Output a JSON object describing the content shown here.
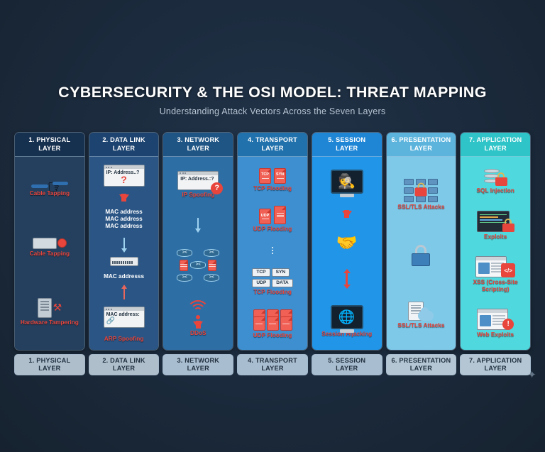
{
  "header": {
    "title": "CYBERSECURITY & THE OSI MODEL: THREAT MAPPING",
    "subtitle": "Understanding Attack Vectors Across the Seven Layers"
  },
  "colors": {
    "background": "#1b2a3c",
    "threat_label": "#e8453c",
    "footer_bg": "#b9c6d2"
  },
  "layers": [
    {
      "id": "physical",
      "number": "1.",
      "name_line1": "1. PHYSICAL",
      "name_line2": "LAYER",
      "head_bg": "#16304f",
      "body_bg": "#24405e",
      "head_text": "#ffffff",
      "foot_bg": "#aebecb",
      "foot_text": "#21303f",
      "threats": [
        {
          "label": "Cable Tapping",
          "icon": "hand-tapping-cable-icon"
        },
        {
          "label": "Cable Tapping",
          "icon": "broken-cable-seal-icon"
        },
        {
          "label": "Hardware Tampering",
          "icon": "server-wrench-icon"
        }
      ]
    },
    {
      "id": "data-link",
      "number": "2.",
      "name_line1": "2. DATA LINK",
      "name_line2": "LAYER",
      "head_bg": "#1d4470",
      "body_bg": "#2a5585",
      "head_text": "#ffffff",
      "foot_bg": "#aebecb",
      "foot_text": "#21303f",
      "window_text": "IP: Address..?",
      "question_mark": "?",
      "mac_lines": [
        "MAC address",
        "MAC address",
        "MAC address"
      ],
      "switch_label": "MAC addresss",
      "spoof_window_text": "MAC address:",
      "threats": [
        {
          "label": "ARP Spoofing",
          "icon": "arp-spoofing-icon"
        }
      ]
    },
    {
      "id": "network",
      "number": "3.",
      "name_line1": "3. NETWORK",
      "name_line2": "LAYER",
      "head_bg": "#1f5584",
      "body_bg": "#2d6ea5",
      "head_text": "#ffffff",
      "foot_bg": "#a9bdd0",
      "foot_text": "#21303f",
      "window_text": "IP: Address.:?",
      "question_mark": "?",
      "threats": [
        {
          "label": "IP Spoofing",
          "icon": "ip-spoofing-window-icon"
        },
        {
          "label": "DDoS",
          "icon": "ddos-signal-icon"
        }
      ]
    },
    {
      "id": "transport",
      "number": "4.",
      "name_line1": "4. TRANSPORT",
      "name_line2": "LAYER",
      "head_bg": "#2071ac",
      "body_bg": "#3d8fd0",
      "head_text": "#ffffff",
      "foot_bg": "#a9bdd0",
      "foot_text": "#21303f",
      "packets": {
        "tcp": "TCP",
        "syn": "SYN",
        "udp": "UDP",
        "data": "DATA"
      },
      "threats": [
        {
          "label": "TCP Flooding",
          "icon": "tcp-syn-packets-icon"
        },
        {
          "label": "UDP Flooding",
          "icon": "udp-packets-icon"
        },
        {
          "label": "TCP Flooding",
          "icon": "segment-header-icon"
        },
        {
          "label": "UDP Flooding",
          "icon": "packet-stack-icon"
        }
      ]
    },
    {
      "id": "session",
      "number": "5.",
      "name_line1": "5. SESSION",
      "name_line2": "LAYER",
      "head_bg": "#1f86d6",
      "body_bg": "#2196e8",
      "head_text": "#ffffff",
      "foot_bg": "#a9bdd0",
      "foot_text": "#21303f",
      "threats": [
        {
          "label": "Session Hijacking",
          "icon": "hacker-monitor-icon"
        }
      ]
    },
    {
      "id": "presentation",
      "number": "6.",
      "name_line1": "6. PRESENTATION",
      "name_line2": "LAYER",
      "head_bg": "#5cb4dd",
      "body_bg": "#7ec8e8",
      "head_text": "#ffffff",
      "foot_bg": "#b4c6d4",
      "foot_text": "#21303f",
      "threats": [
        {
          "label": "SSL/TLS Attacks",
          "icon": "broken-encryption-lock-icon"
        },
        {
          "label": "",
          "icon": "padlock-icon"
        },
        {
          "label": "SSL/TLS Attacks",
          "icon": "document-cloud-download-icon"
        }
      ]
    },
    {
      "id": "application",
      "number": "7.",
      "name_line1": "7. APPLICATION",
      "name_line2": "LAYER",
      "head_bg": "#2fc4c8",
      "body_bg": "#4fd8dd",
      "head_text": "#ffffff",
      "foot_bg": "#b4c6d4",
      "foot_text": "#21303f",
      "threats": [
        {
          "label": "SQL Injection",
          "icon": "database-lock-icon"
        },
        {
          "label": "Exploits",
          "icon": "code-terminal-lock-icon"
        },
        {
          "label": "XSS (Cross-Site Scripting)",
          "icon": "browser-code-icon"
        },
        {
          "label": "Web Exploits",
          "icon": "browser-bug-icon"
        }
      ]
    }
  ]
}
